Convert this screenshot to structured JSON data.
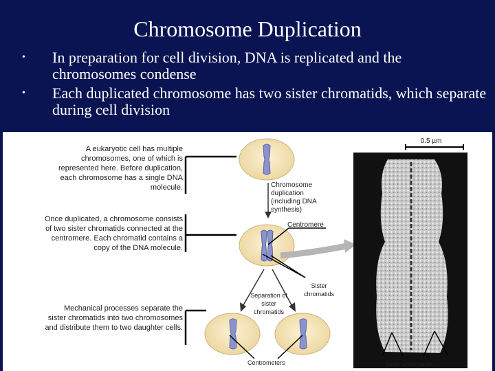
{
  "slide": {
    "title": "Chromosome Duplication",
    "bullets": [
      "In preparation for cell division, DNA is replicated and the chromosomes condense",
      "Each duplicated chromosome has two sister chromatids, which separate during cell division"
    ]
  },
  "figure": {
    "caption_single": "A eukaryotic cell has multiple chromosomes, one of which is represented here. Before duplication, each chromosome has a single DNA molecule.",
    "caption_duplicated": "Once duplicated, a chromosome consists of two sister chromatids connected at the centromere. Each chromatid contains a copy of the DNA molecule.",
    "caption_separation": "Mechanical processes separate the sister chromatids into two chromosomes and distribute them to two daughter cells.",
    "label_duplication": "Chromosome duplication (including DNA synthesis)",
    "label_centromere": "Centromere",
    "label_sister_chromatids": "Sister chromatids",
    "label_separation": "Separation of sister chromatids",
    "label_centrometers": "Centrometers",
    "label_sister_chromatids_bottom": "Sister chromatids",
    "scale_bar": "0.5 µm"
  },
  "colors": {
    "background": "#0b1452",
    "cell": "#f3e2b4",
    "chromosome": "#8a93cf"
  }
}
